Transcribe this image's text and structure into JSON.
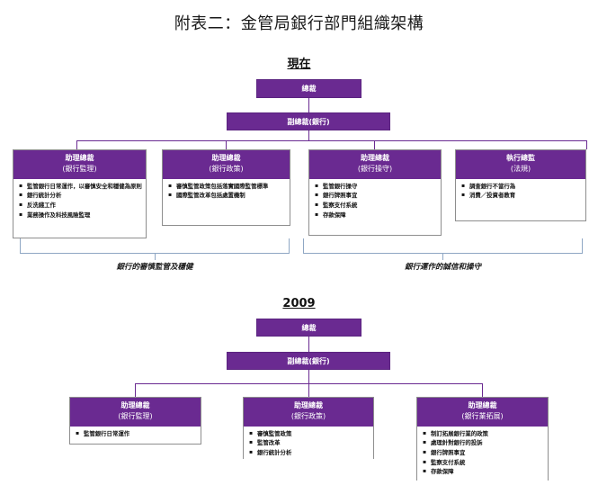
{
  "document": {
    "title": "附表二：金管局銀行部門組織架構"
  },
  "sections": [
    {
      "id": "now",
      "label": "現在",
      "top_node": {
        "label": "總裁"
      },
      "second_node": {
        "label": "副總裁(銀行)"
      },
      "units": [
        {
          "title": "助理總裁",
          "subtitle": "(銀行監理)",
          "items": [
            "監管銀行日常運作，以審慎安全和穩健為原則",
            "銀行統計分析",
            "反洗錢工作",
            "業務操作及科技風險監理"
          ]
        },
        {
          "title": "助理總裁",
          "subtitle": "(銀行政策)",
          "items": [
            "審慎監管政策包括落實國際監管標準",
            "國際監管改革包括處置機制"
          ]
        },
        {
          "title": "助理總裁",
          "subtitle": "(銀行操守)",
          "items": [
            "監管銀行操守",
            "銀行牌照事宜",
            "監察支付系統",
            "存款保障"
          ]
        },
        {
          "title": "執行總監",
          "subtitle": "(法規)",
          "items": [
            "調查銀行不當行為",
            "消費／投資者教育"
          ]
        }
      ],
      "brackets": [
        {
          "label": "銀行的審慎監管及穩健"
        },
        {
          "label": "銀行運作的誠信和操守"
        }
      ]
    },
    {
      "id": "y2009",
      "label": "2009",
      "top_node": {
        "label": "總裁"
      },
      "second_node": {
        "label": "副總裁(銀行)"
      },
      "units": [
        {
          "title": "助理總裁",
          "subtitle": "(銀行監理)",
          "items": [
            "監管銀行日常運作"
          ]
        },
        {
          "title": "助理總裁",
          "subtitle": "(銀行政策)",
          "items": [
            "審慎監管政策",
            "監管改革",
            "銀行統計分析"
          ]
        },
        {
          "title": "助理總裁",
          "subtitle": "(銀行業拓展)",
          "items": [
            "制訂拓展銀行業的政策",
            "處理針對銀行的投訴",
            "銀行牌照事宜",
            "監察支付系統",
            "存款保障"
          ]
        }
      ],
      "brackets": []
    }
  ],
  "colors": {
    "brand_purple": "#6a2a91",
    "bracket_blue": "#8fa7c4",
    "box_border": "#8e8e8e"
  }
}
